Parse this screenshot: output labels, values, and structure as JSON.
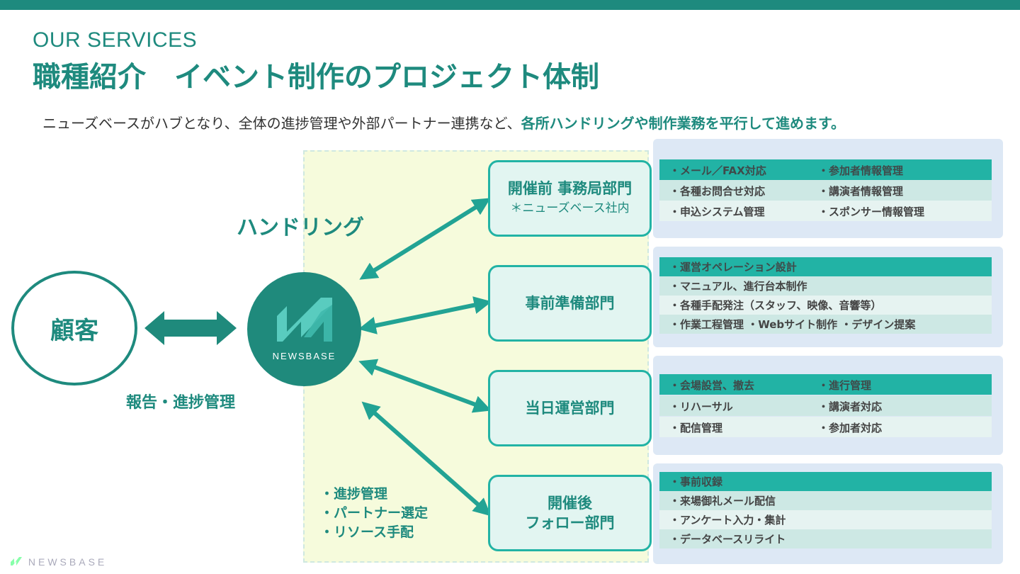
{
  "header": {
    "eyebrow": "OUR SERVICES",
    "title": "職種紹介　イベント制作のプロジェクト体制"
  },
  "lead": {
    "text": "ニューズベースがハブとなり、全体の進捗管理や外部パートナー連携など、",
    "highlight": "各所ハンドリングや制作業務を平行して進めます。"
  },
  "diagram": {
    "handling_label": "ハンドリング",
    "customer_label": "顧客",
    "report_label": "報告・進捗管理",
    "hub_logo_text": "NEWSBASE",
    "hub_tasks": [
      "・進捗管理",
      "・パートナー選定",
      "・リソース手配"
    ],
    "departments": [
      {
        "name": "開催前 事務局部門",
        "sub": "＊ニューズベース社内"
      },
      {
        "name": "事前準備部門"
      },
      {
        "name": "当日運営部門"
      },
      {
        "name_line1": "開催後",
        "name_line2": "フォロー部門"
      }
    ],
    "panels": [
      {
        "rows": [
          [
            "・メール／FAX対応",
            "・参加者情報管理"
          ],
          [
            "・各種お問合せ対応",
            "・講演者情報管理"
          ],
          [
            "・申込システム管理",
            "・スポンサー情報管理"
          ]
        ]
      },
      {
        "rows": [
          [
            "・運営オペレーション設計"
          ],
          [
            "・マニュアル、進行台本制作"
          ],
          [
            "・各種手配発注（スタッフ、映像、音響等）"
          ],
          [
            "・作業工程管理 ・Webサイト制作 ・デザイン提案"
          ]
        ]
      },
      {
        "rows": [
          [
            "・会場設営、撤去",
            "・進行管理"
          ],
          [
            "・リハーサル",
            "・講演者対応"
          ],
          [
            "・配信管理",
            "・参加者対応"
          ]
        ]
      },
      {
        "rows": [
          [
            "・事前収録"
          ],
          [
            "・来場御礼メール配信"
          ],
          [
            "・アンケート入力・集計"
          ],
          [
            "・データベースリライト"
          ]
        ]
      }
    ]
  },
  "footer": {
    "brand": "NEWSBASE"
  },
  "colors": {
    "brand": "#1e8a7e",
    "accent": "#22b3a5",
    "zone": "#f6fbdc",
    "panel": "#dde8f5"
  }
}
